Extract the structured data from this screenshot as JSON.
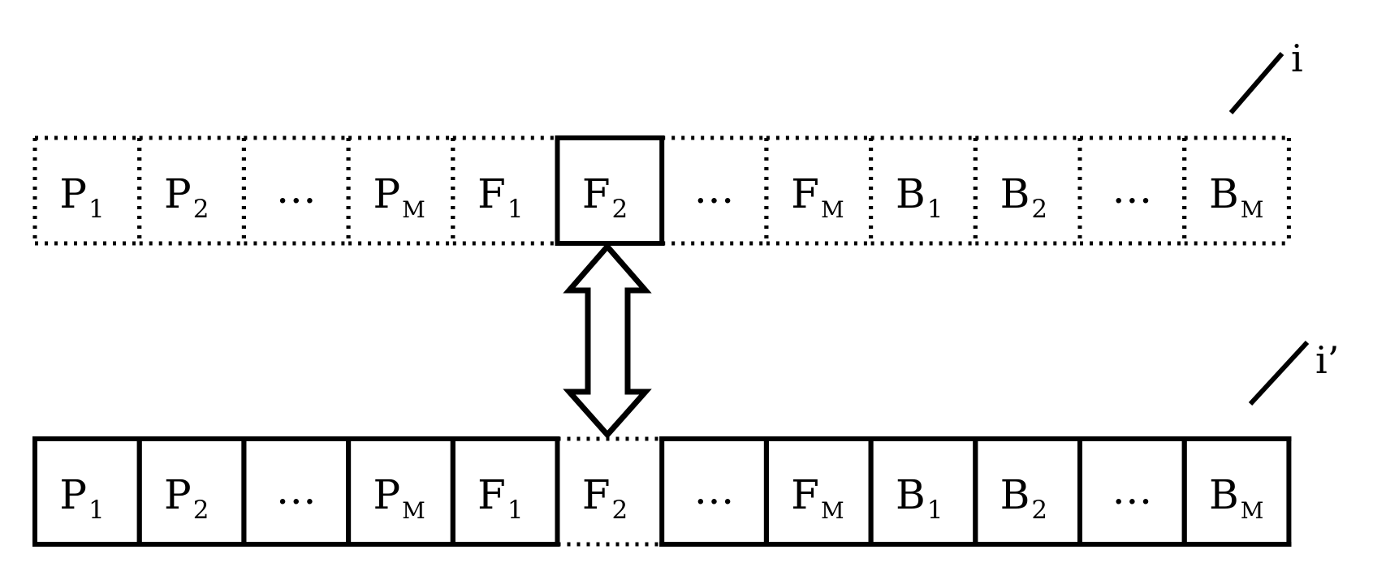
{
  "rows": [
    {
      "id": "i",
      "reference_label": "i",
      "cells": [
        {
          "base": "P",
          "sub": "1",
          "border": "dotted"
        },
        {
          "base": "P",
          "sub": "2",
          "border": "dotted"
        },
        {
          "base": "…",
          "sub": "",
          "border": "dotted"
        },
        {
          "base": "P",
          "sub": "M",
          "border": "dotted"
        },
        {
          "base": "F",
          "sub": "1",
          "border": "dotted"
        },
        {
          "base": "F",
          "sub": "2",
          "border": "solid"
        },
        {
          "base": "…",
          "sub": "",
          "border": "dotted"
        },
        {
          "base": "F",
          "sub": "M",
          "border": "dotted"
        },
        {
          "base": "B",
          "sub": "1",
          "border": "dotted"
        },
        {
          "base": "B",
          "sub": "2",
          "border": "dotted"
        },
        {
          "base": "…",
          "sub": "",
          "border": "dotted"
        },
        {
          "base": "B",
          "sub": "M",
          "border": "dotted"
        }
      ]
    },
    {
      "id": "i-prime",
      "reference_label": "i’",
      "cells": [
        {
          "base": "P",
          "sub": "1",
          "border": "solid"
        },
        {
          "base": "P",
          "sub": "2",
          "border": "solid"
        },
        {
          "base": "…",
          "sub": "",
          "border": "solid"
        },
        {
          "base": "P",
          "sub": "M",
          "border": "solid"
        },
        {
          "base": "F",
          "sub": "1",
          "border": "solid"
        },
        {
          "base": "F",
          "sub": "2",
          "border": "dotted"
        },
        {
          "base": "…",
          "sub": "",
          "border": "solid"
        },
        {
          "base": "F",
          "sub": "M",
          "border": "solid"
        },
        {
          "base": "B",
          "sub": "1",
          "border": "solid"
        },
        {
          "base": "B",
          "sub": "2",
          "border": "solid"
        },
        {
          "base": "…",
          "sub": "",
          "border": "solid"
        },
        {
          "base": "B",
          "sub": "M",
          "border": "solid"
        }
      ]
    }
  ],
  "arrow": {
    "type": "double-headed",
    "connects_cell_index": 5
  }
}
